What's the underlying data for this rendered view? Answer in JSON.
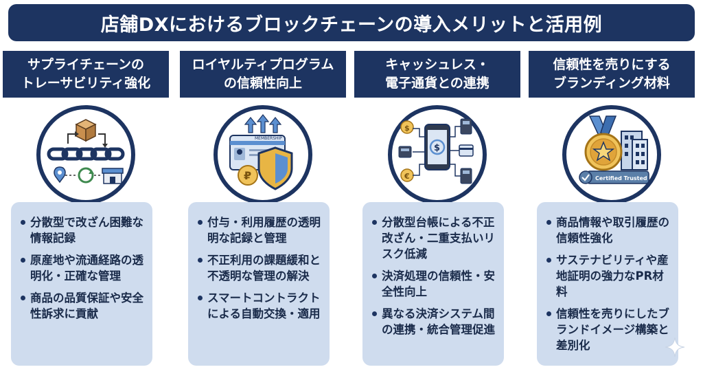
{
  "title": "店舗DXにおけるブロックチェーンの導入メリットと活用例",
  "columns": [
    {
      "header": "サプライチェーンの\nトレーサビリティ強化",
      "icon": "supply-chain-icon",
      "bullets": [
        "分散型で改ざん困難な情報記録",
        "原産地や流通経路の透明化・正確な管理",
        "商品の品質保証や安全性訴求に貢献"
      ]
    },
    {
      "header": "ロイヤルティプログラム\nの信頼性向上",
      "icon": "membership-shield-icon",
      "icon_text": "MEMBERSHIP",
      "bullets": [
        "付与・利用履歴の透明明な記録と管理",
        "不正利用の課題緩和と不透明な管理の解決",
        "スマートコントラクトによる自動交換・適用"
      ]
    },
    {
      "header": "キャッシュレス・\n電子通貨との連携",
      "icon": "cashless-payment-icon",
      "bullets": [
        "分散型台帳による不正改ざん・二重支払いリスク低減",
        "決済処理の信頼性・安全性向上",
        "異なる決済システム間の連携・統合管理促進"
      ]
    },
    {
      "header": "信頼性を売りにする\nブランディング材料",
      "icon": "medal-building-icon",
      "icon_text": "Certified Trusted",
      "bullets": [
        "商品情報や取引履歴の信頼性強化",
        "サステナビリティや産地証明の強力なPR材料",
        "信頼性を売りにしたブランドイメージ構築と差別化"
      ]
    }
  ],
  "colors": {
    "navy": "#1d3461",
    "card": "#cfdcee",
    "gold": "#e0a43a",
    "blue": "#5b8fd0"
  }
}
